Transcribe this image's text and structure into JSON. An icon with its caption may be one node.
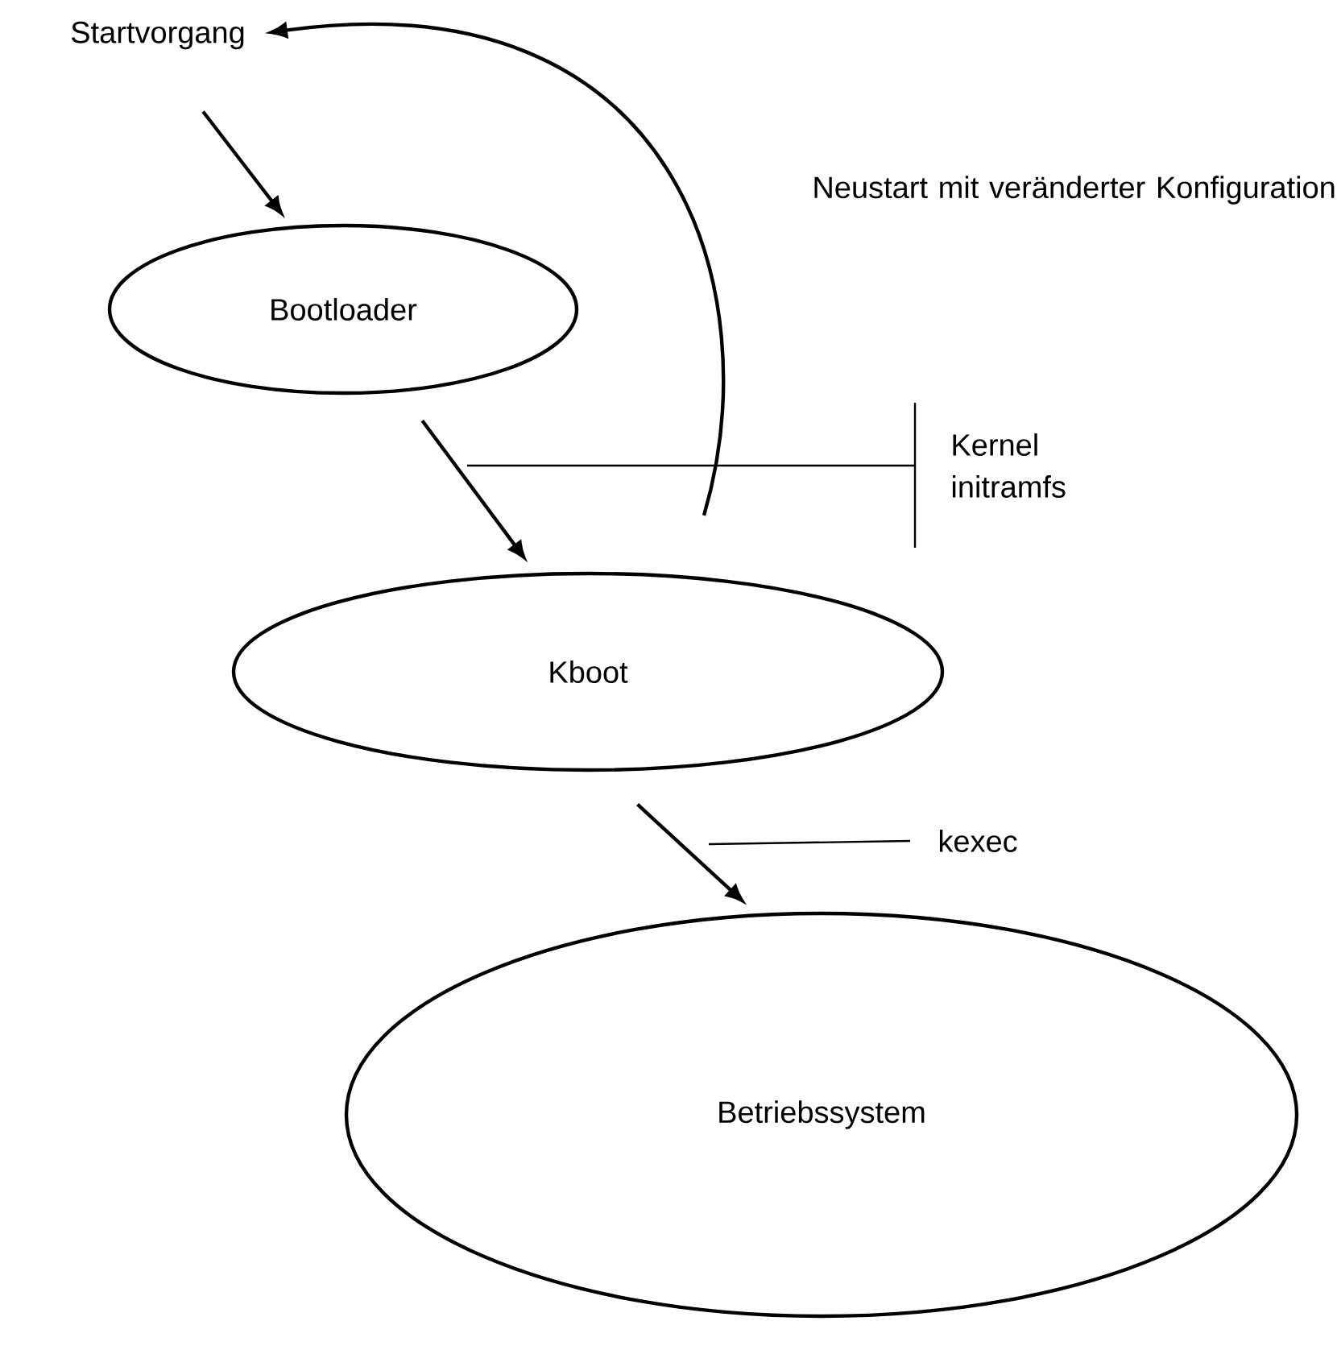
{
  "diagram": {
    "nodes": [
      {
        "text": [
          "Startvorgang"
        ]
      },
      {
        "text": [
          "Bootloader"
        ]
      },
      {
        "text": [
          "Kboot"
        ]
      },
      {
        "text": [
          "Betriebssystem"
        ]
      },
      {
        "text": [
          "Kernel initramfs"
        ]
      },
      {
        "text": [
          "kexec"
        ]
      }
    ],
    "edges": [
      {
        "from": 0,
        "to": 1,
        "arrow": "to"
      },
      {
        "from": 1,
        "to": 2,
        "arrow": "to"
      },
      {
        "from": 2,
        "to": 3,
        "arrow": "to"
      },
      {
        "from": 2,
        "to": 0,
        "arrow": "to",
        "label": "Neustart mit veränderter Konfiguration"
      },
      {
        "from": 4,
        "to": null,
        "arrow": "none"
      },
      {
        "from": 5,
        "to": null,
        "arrow": "none"
      }
    ]
  }
}
